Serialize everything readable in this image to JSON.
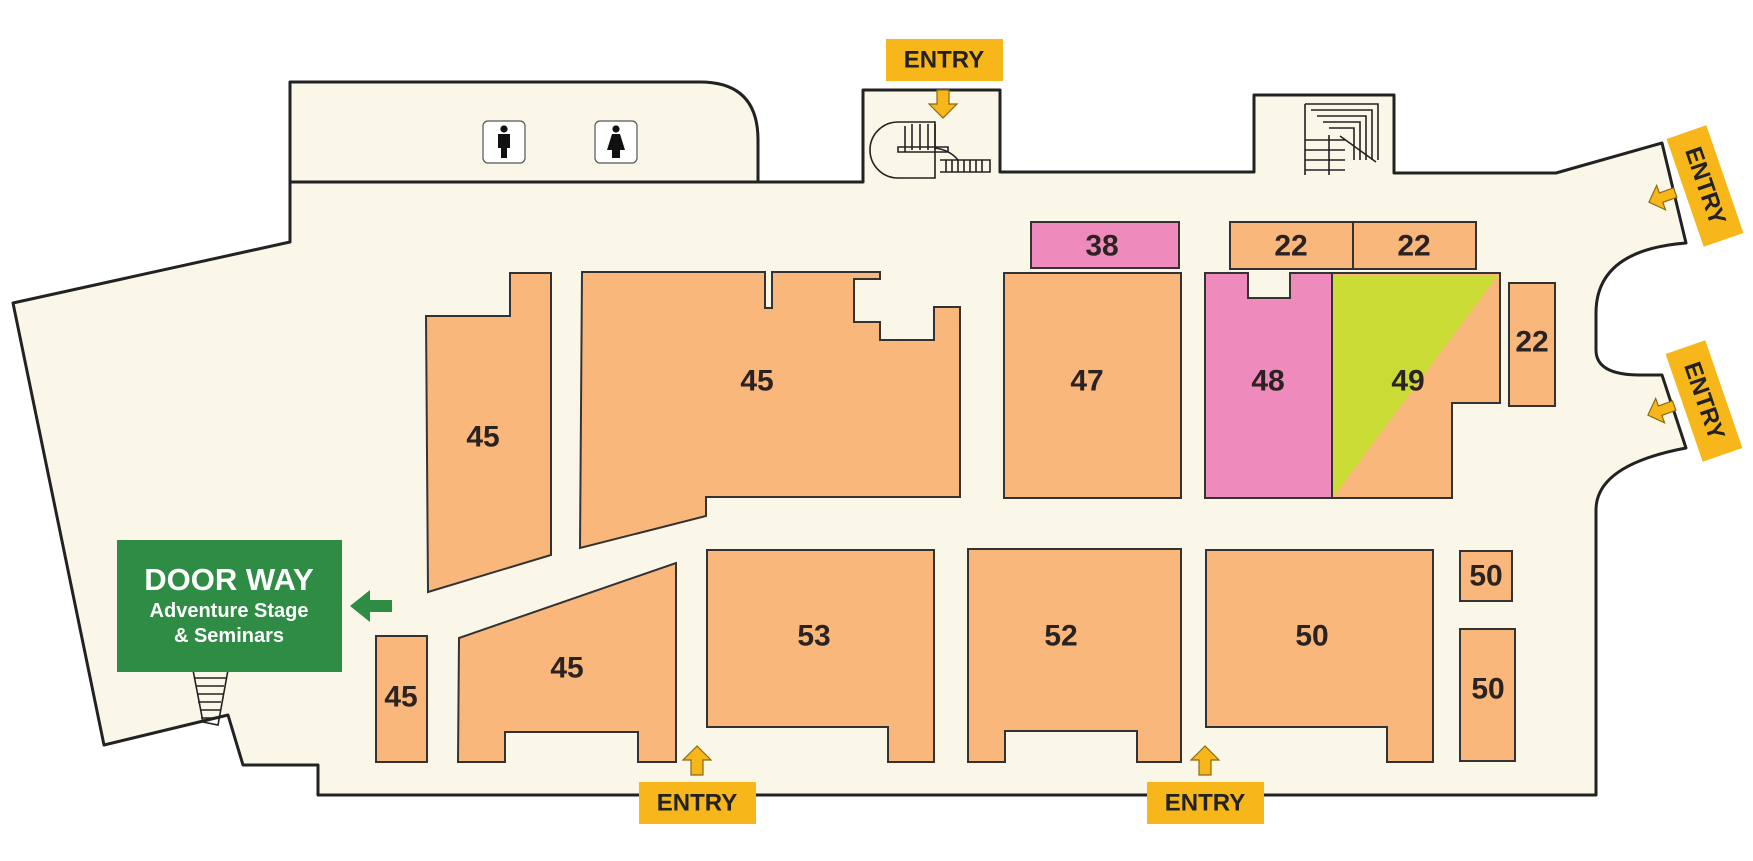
{
  "colors": {
    "floor": "#fbf7e8",
    "booth_orange": "#f9b77b",
    "booth_pink": "#ef8bbc",
    "booth_lime": "#cbdb36",
    "entry": "#f7b71a",
    "doorway": "#2e8c44"
  },
  "booths": [
    {
      "id": "b45-left",
      "label": "45",
      "color": "orange"
    },
    {
      "id": "b45-big",
      "label": "45",
      "color": "orange"
    },
    {
      "id": "b47",
      "label": "47",
      "color": "orange"
    },
    {
      "id": "b48",
      "label": "48",
      "color": "pink"
    },
    {
      "id": "b49",
      "label": "49",
      "color": "orange-lime"
    },
    {
      "id": "b38",
      "label": "38",
      "color": "pink"
    },
    {
      "id": "b22a",
      "label": "22",
      "color": "orange"
    },
    {
      "id": "b22b",
      "label": "22",
      "color": "orange"
    },
    {
      "id": "b22c",
      "label": "22",
      "color": "orange"
    },
    {
      "id": "b45-small",
      "label": "45",
      "color": "orange"
    },
    {
      "id": "b45-angled",
      "label": "45",
      "color": "orange"
    },
    {
      "id": "b53",
      "label": "53",
      "color": "orange"
    },
    {
      "id": "b52",
      "label": "52",
      "color": "orange"
    },
    {
      "id": "b50-main",
      "label": "50",
      "color": "orange"
    },
    {
      "id": "b50-small",
      "label": "50",
      "color": "orange"
    },
    {
      "id": "b50-tall",
      "label": "50",
      "color": "orange"
    }
  ],
  "entries": [
    {
      "id": "entry-top",
      "label": "ENTRY"
    },
    {
      "id": "entry-right-top",
      "label": "ENTRY"
    },
    {
      "id": "entry-right-bottom",
      "label": "ENTRY"
    },
    {
      "id": "entry-bottom-left",
      "label": "ENTRY"
    },
    {
      "id": "entry-bottom-right",
      "label": "ENTRY"
    }
  ],
  "doorway": {
    "title": "DOOR WAY",
    "line1": "Adventure Stage",
    "line2": "& Seminars"
  },
  "icons": [
    "mens-restroom-icon",
    "womens-restroom-icon",
    "spiral-staircase-icon",
    "staircase-icon",
    "doorway-stairs-icon"
  ]
}
